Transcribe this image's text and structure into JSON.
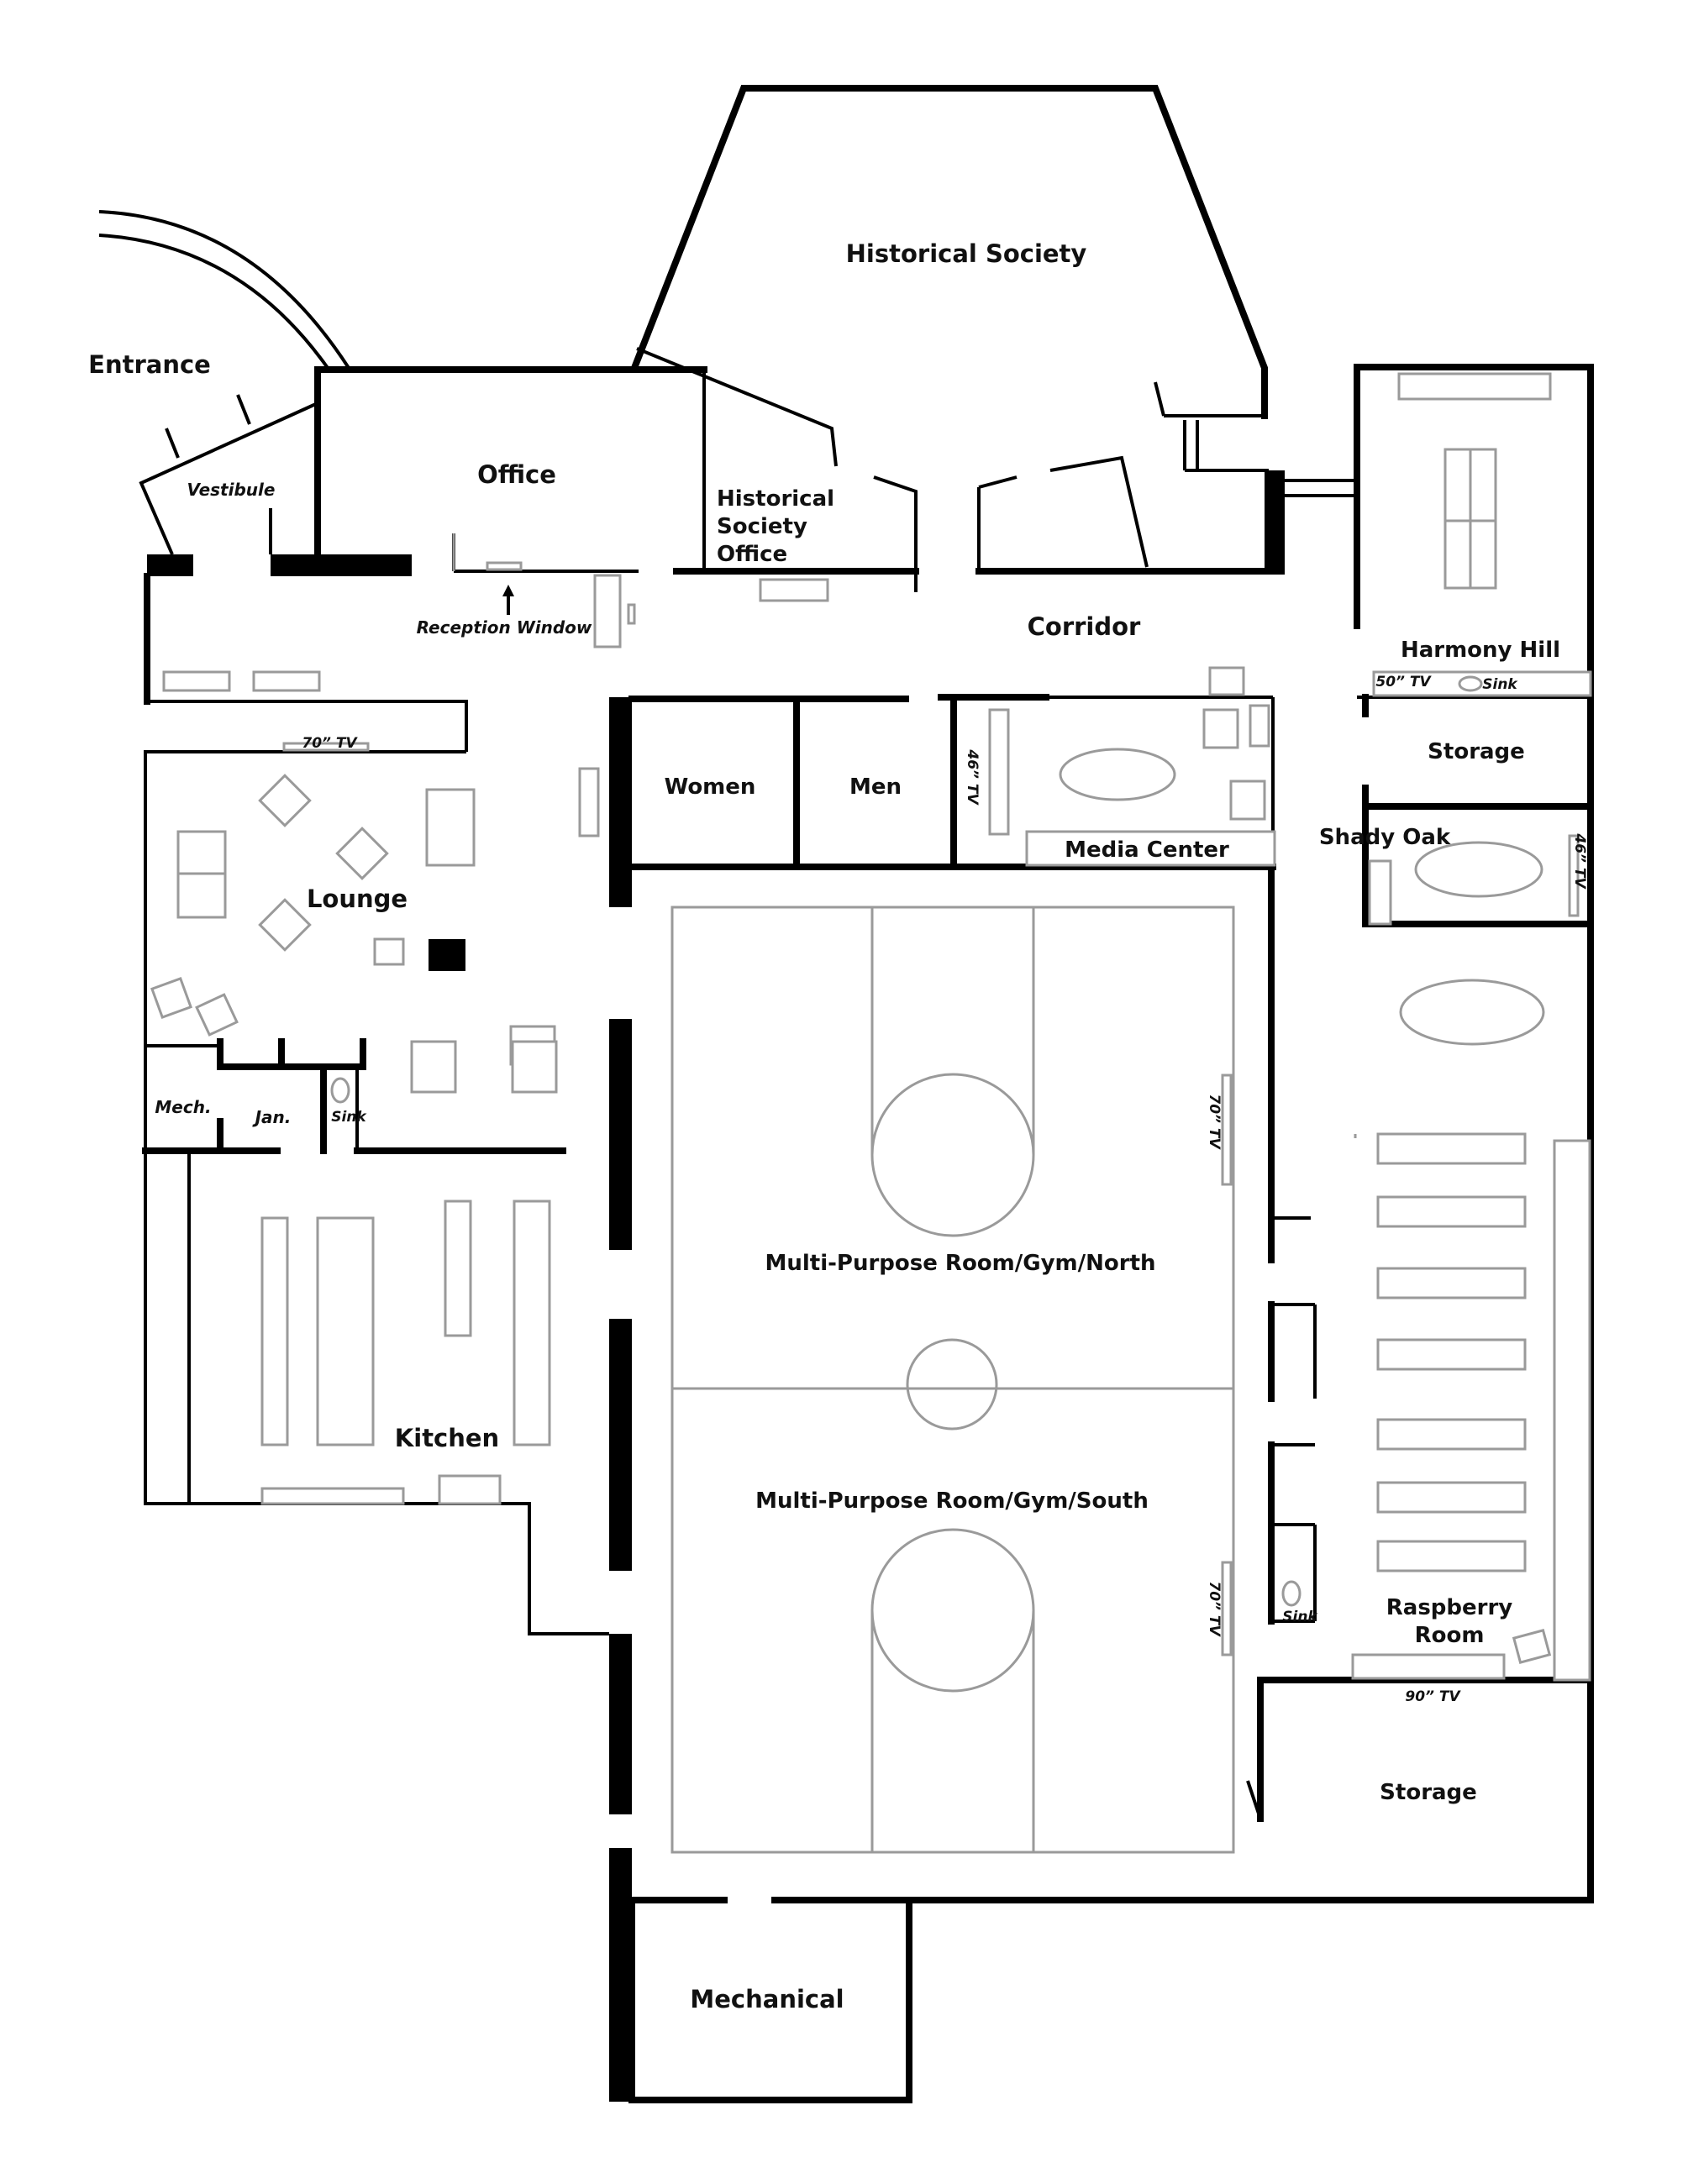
{
  "rooms": {
    "historical_society": "Historical Society",
    "entrance": "Entrance",
    "vestibule": "Vestibule",
    "office": "Office",
    "hs_office_1": "Historical",
    "hs_office_2": "Society",
    "hs_office_3": "Office",
    "corridor": "Corridor",
    "harmony_hill": "Harmony Hill",
    "storage_upper": "Storage",
    "shady_oak": "Shady Oak",
    "women": "Women",
    "men": "Men",
    "media_center": "Media Center",
    "lounge": "Lounge",
    "mech": "Mech.",
    "jan": "Jan.",
    "kitchen": "Kitchen",
    "gym_north": "Multi-Purpose Room/Gym/North",
    "gym_south": "Multi-Purpose Room/Gym/South",
    "raspberry_1": "Raspberry",
    "raspberry_2": "Room",
    "storage_lower": "Storage",
    "mechanical": "Mechanical"
  },
  "annotations": {
    "reception_window": "Reception Window",
    "tv_70_lounge": "70” TV",
    "tv_46_media": "46” TV",
    "tv_50_harmony": "50” TV",
    "sink_harmony": "Sink",
    "tv_46_shady": "46” TV",
    "sink_jan": "Sink",
    "tv_70_north": "70” TV",
    "tv_70_south": "70” TV",
    "sink_raspberry": "Sink",
    "tv_90_raspberry": "90” TV"
  }
}
